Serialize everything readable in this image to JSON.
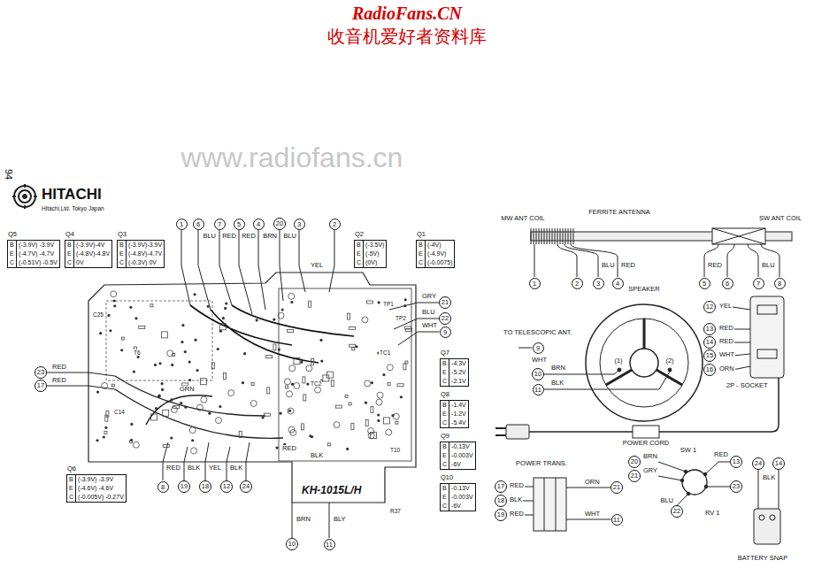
{
  "diagram": {
    "nodes": [
      {
        "text": [
          "Q5",
          "B",
          "(-3.9V) -3.9V",
          "E",
          "(-4.7V) -4.7V",
          "C",
          "(-0.51V) -0.5V"
        ]
      },
      {
        "text": [
          "Q4",
          "B",
          "(-3.9V)-4V",
          "E",
          "(-4.8V)-4.8V",
          "C",
          "0V"
        ]
      },
      {
        "text": [
          "Q3",
          "B",
          "(-3.9V)-3.9V",
          "E",
          "(-4.8V)-4.7V",
          "C",
          "(-0.3V) 0V"
        ]
      },
      {
        "text": [
          "1"
        ]
      },
      {
        "text": [
          "6"
        ]
      },
      {
        "text": [
          "7"
        ]
      },
      {
        "text": [
          "5"
        ]
      },
      {
        "text": [
          "4"
        ]
      },
      {
        "text": [
          "20"
        ]
      },
      {
        "text": [
          "3"
        ]
      },
      {
        "text": [
          "2"
        ]
      },
      {
        "text": [
          "Q2",
          "B",
          "(-3.5V)",
          "E",
          "(-5V)",
          "C",
          "(0V)"
        ]
      },
      {
        "text": [
          "Q1",
          "B",
          "(-4V)",
          "E",
          "(-4.9V)",
          "C",
          "(-0.0075)"
        ]
      },
      {
        "text": [
          "1"
        ]
      },
      {
        "text": [
          "2"
        ]
      },
      {
        "text": [
          "3"
        ]
      },
      {
        "text": [
          "4"
        ]
      },
      {
        "text": [
          "5"
        ]
      },
      {
        "text": [
          "6"
        ]
      },
      {
        "text": [
          "7"
        ]
      },
      {
        "text": [
          "8"
        ]
      },
      {
        "text": [
          "21"
        ]
      },
      {
        "text": [
          "22"
        ]
      },
      {
        "text": [
          "9"
        ]
      },
      {
        "text": [
          "9"
        ]
      },
      {
        "text": [
          "12"
        ]
      },
      {
        "text": [
          "13"
        ]
      },
      {
        "text": [
          "14"
        ]
      },
      {
        "text": [
          "15"
        ]
      },
      {
        "text": [
          "16"
        ]
      },
      {
        "text": [
          "Q7",
          "B",
          "-4.3V",
          "E",
          "-5.2V",
          "C",
          "-2.1V"
        ]
      },
      {
        "text": [
          "23"
        ]
      },
      {
        "text": [
          "17"
        ]
      },
      {
        "text": [
          "10"
        ]
      },
      {
        "text": [
          "11"
        ]
      },
      {
        "text": [
          "Q8",
          "B",
          "-1.4V",
          "E",
          "-1.2V",
          "C",
          "-5.4V"
        ]
      },
      {
        "text": [
          "Q6",
          "B",
          "(-3.9V) -3.9V",
          "E",
          "(-4.6V) -4.6V",
          "C",
          "(-0.005V) -0.27V"
        ]
      },
      {
        "text": [
          "Q9",
          "B",
          "-0.13V",
          "E",
          "-0.003V",
          "C",
          "-6V"
        ]
      },
      {
        "text": [
          "20"
        ]
      },
      {
        "text": [
          "21"
        ]
      },
      {
        "text": [
          "13"
        ]
      },
      {
        "text": [
          "24"
        ]
      },
      {
        "text": [
          "14"
        ]
      },
      {
        "text": [
          "17"
        ]
      },
      {
        "text": [
          "18"
        ]
      },
      {
        "text": [
          "19"
        ]
      },
      {
        "text": [
          "21"
        ]
      },
      {
        "text": [
          "11"
        ]
      },
      {
        "text": [
          "23"
        ]
      },
      {
        "text": [
          "22"
        ]
      },
      {
        "text": [
          "Q10",
          "B",
          "-0.13V",
          "E",
          "-0.003V",
          "C",
          "-6V"
        ]
      },
      {
        "text": [
          "8"
        ]
      },
      {
        "text": [
          "19"
        ]
      },
      {
        "text": [
          "18"
        ]
      },
      {
        "text": [
          "12"
        ]
      },
      {
        "text": [
          "24"
        ]
      },
      {
        "text": [
          "10"
        ]
      },
      {
        "text": [
          "11"
        ]
      }
    ],
    "labels": [
      "RadioFans.CN",
      "收音机爱好者资料库",
      "www.radiofans.cn",
      "94",
      "HITACHI",
      "Hitachi,Ltd. Tokyo Japan",
      "BLU",
      "RED",
      "RED",
      "BRN",
      "BLU",
      "YEL",
      "GRY",
      "BLU",
      "WHT",
      "RED",
      "RED",
      "GRN",
      "RED",
      "BLK",
      "YEL",
      "BLK",
      "RED",
      "BLK",
      "BRN",
      "BLY",
      "KH-1015L/H",
      "MW ANT COIL",
      "FERRITE ANTENNA",
      "SW ANT COIL",
      "BLU",
      "RED",
      "RED",
      "BLU",
      "SPEAKER",
      "TO TELESCOPIC ANT.",
      "WHT",
      "BRN",
      "BLK",
      "(1)",
      "(2)",
      "YEL",
      "RED",
      "RED",
      "WHT",
      "ORN",
      "2P - SOCKET",
      "POWER CORD",
      "POWER TRANS.",
      "RED",
      "BLK",
      "RED",
      "ORN",
      "WHT",
      "SW 1",
      "BRN",
      "GRY",
      "RED",
      "BLU",
      "RV 1",
      "BLK",
      "BATTERY SNAP",
      "TC1",
      "TC2",
      "TP1",
      "TP2",
      "T6",
      "T10",
      "R37",
      "C25",
      "C14"
    ]
  }
}
